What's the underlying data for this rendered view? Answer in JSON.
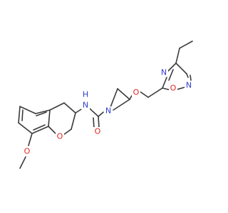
{
  "colors": {
    "bond": "#3a3a3a",
    "carbon": "#3a3a3a",
    "nitrogen": "#2f3dcc",
    "oxygen": "#e0251f",
    "background": "#ffffff"
  },
  "atoms": {
    "N_amide": "N",
    "H_amide": "H",
    "O_carbonyl": "O",
    "N_azetidine": "N",
    "O_ether": "O",
    "O_ring": "O",
    "N_oxadiazole_4": "N",
    "O_oxadiazole": "O",
    "N_oxadiazole_2": "N",
    "O_methoxy": "O"
  }
}
